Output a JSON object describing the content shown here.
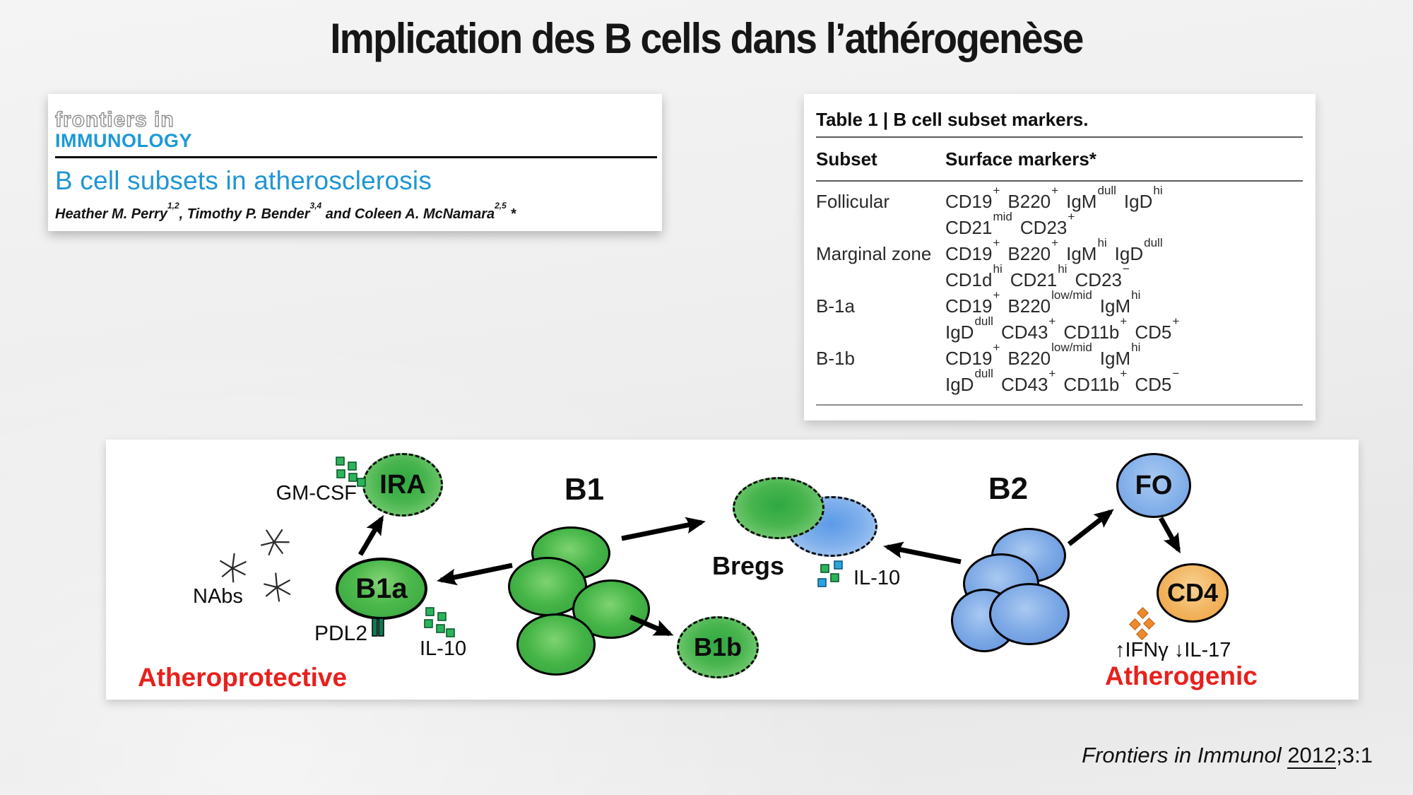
{
  "slide": {
    "title": "Implication des B cells dans l’athérogenèse",
    "citation": {
      "journal": "Frontiers in Immunol",
      "year": "2012",
      "suffix": ";3:1"
    }
  },
  "paper_header": {
    "logo_top": "frontiers in",
    "logo_bottom": "IMMUNOLOGY",
    "article_title": "B cell subsets in atherosclerosis",
    "authors": [
      {
        "name": "Heather M. Perry",
        "sup": "1,2"
      },
      {
        "name": ", Timothy P. Bender",
        "sup": "3,4"
      },
      {
        "name": " and Coleen A. McNamara",
        "sup": "2,5"
      },
      {
        "name": " *",
        "sup": ""
      }
    ]
  },
  "table": {
    "title": "Table 1 | B cell subset markers.",
    "columns": [
      "Subset",
      "Surface markers*"
    ],
    "rows": [
      {
        "subset": "Follicular",
        "lines": [
          [
            {
              "t": "CD19",
              "s": "+"
            },
            {
              "t": "B220",
              "s": "+"
            },
            {
              "t": "IgM",
              "s": "dull"
            },
            {
              "t": "IgD",
              "s": "hi"
            }
          ],
          [
            {
              "t": "CD21",
              "s": "mid"
            },
            {
              "t": "CD23",
              "s": "+"
            }
          ]
        ]
      },
      {
        "subset": "Marginal zone",
        "lines": [
          [
            {
              "t": "CD19",
              "s": "+"
            },
            {
              "t": "B220",
              "s": "+"
            },
            {
              "t": "IgM",
              "s": "hi"
            },
            {
              "t": "IgD",
              "s": "dull"
            }
          ],
          [
            {
              "t": "CD1d",
              "s": "hi"
            },
            {
              "t": "CD21",
              "s": "hi"
            },
            {
              "t": "CD23",
              "s": "−"
            }
          ]
        ]
      },
      {
        "subset": "B-1a",
        "lines": [
          [
            {
              "t": "CD19",
              "s": "+"
            },
            {
              "t": "B220",
              "s": "low/mid"
            },
            {
              "t": "IgM",
              "s": "hi"
            }
          ],
          [
            {
              "t": "IgD",
              "s": "dull"
            },
            {
              "t": "CD43",
              "s": "+"
            },
            {
              "t": "CD11b",
              "s": "+"
            },
            {
              "t": "CD5",
              "s": "+"
            }
          ]
        ]
      },
      {
        "subset": "B-1b",
        "lines": [
          [
            {
              "t": "CD19",
              "s": "+"
            },
            {
              "t": "B220",
              "s": "low/mid"
            },
            {
              "t": "IgM",
              "s": "hi"
            }
          ],
          [
            {
              "t": "IgD",
              "s": "dull"
            },
            {
              "t": "CD43",
              "s": "+"
            },
            {
              "t": "CD11b",
              "s": "+"
            },
            {
              "t": "CD5",
              "s": "−"
            }
          ]
        ]
      }
    ]
  },
  "diagram": {
    "groups": {
      "b1": "B1",
      "b2": "B2",
      "bregs": "Bregs"
    },
    "cells": {
      "ira": "IRA",
      "b1a": "B1a",
      "b1b": "B1b",
      "fo": "FO",
      "cd4": "CD4"
    },
    "labels": {
      "gmcsf": "GM-CSF",
      "nabs": "NAbs",
      "pdl2": "PDL2",
      "il10_left": "IL-10",
      "il10_mid": "IL-10",
      "ifn_il17": "↑IFNγ  ↓IL-17",
      "atheroprotective": "Atheroprotective",
      "atherogenic": "Atherogenic"
    },
    "colors": {
      "green_cell": "#45b547",
      "blue_cell": "#7da9e6",
      "orange_cell": "#f2b45f",
      "cytokine_green": "#2db45b",
      "cytokine_blue": "#2ca3dc",
      "diamond_orange": "#ef8a2c",
      "red_text": "#e8201c"
    }
  },
  "brand": {
    "frontiers_blue": "#1b9ad6",
    "article_blue": "#2095d3"
  }
}
